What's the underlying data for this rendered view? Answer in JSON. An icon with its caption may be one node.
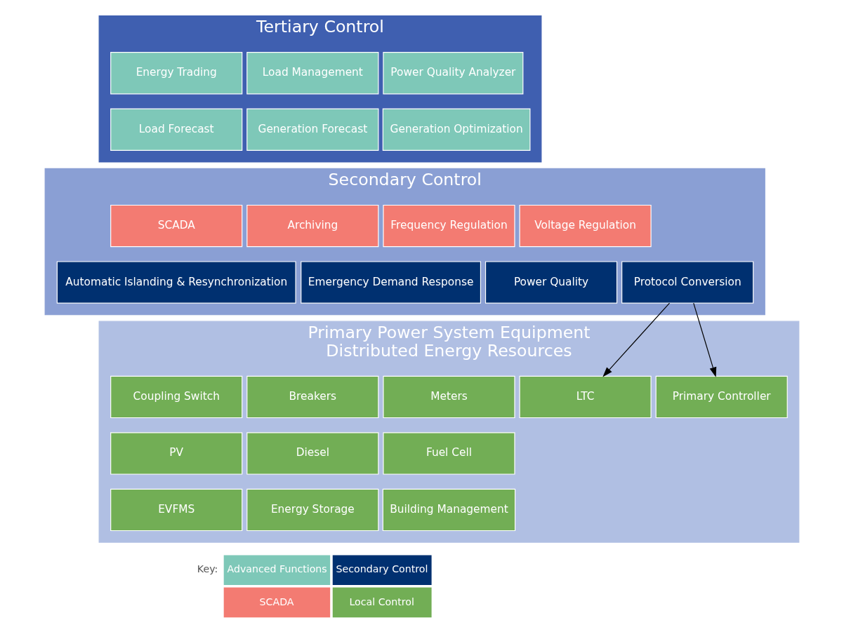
{
  "diagram": {
    "nodes": [
      {
        "text": [
          "Tertiary Control"
        ]
      },
      {
        "text": [
          "Energy Trading"
        ],
        "in": 0
      },
      {
        "text": [
          "Load Management"
        ],
        "in": 0
      },
      {
        "text": [
          "Power Quality Analyzer"
        ],
        "in": 0
      },
      {
        "text": [
          "Load Forecast"
        ],
        "in": 0
      },
      {
        "text": [
          "Generation Forecast"
        ],
        "in": 0
      },
      {
        "text": [
          "Generation Optimization"
        ],
        "in": 0
      },
      {
        "text": [
          "Secondary Control"
        ]
      },
      {
        "text": [
          "SCADA"
        ],
        "in": 7
      },
      {
        "text": [
          "Archiving"
        ],
        "in": 7
      },
      {
        "text": [
          "Frequency Regulation"
        ],
        "in": 7
      },
      {
        "text": [
          "Voltage Regulation"
        ],
        "in": 7
      },
      {
        "text": [
          "Automatic Islanding & Resynchronization"
        ],
        "in": 7
      },
      {
        "text": [
          "Emergency Demand Response"
        ],
        "in": 7
      },
      {
        "text": [
          "Power Quality"
        ],
        "in": 7
      },
      {
        "text": [
          "Protocol Conversion"
        ],
        "in": 7
      },
      {
        "text": [
          "Primary Power System Equipment",
          "Distributed Energy Resources"
        ]
      },
      {
        "text": [
          "Coupling Switch"
        ],
        "in": 16
      },
      {
        "text": [
          "Breakers"
        ],
        "in": 16
      },
      {
        "text": [
          "Meters"
        ],
        "in": 16
      },
      {
        "text": [
          "LTC"
        ],
        "in": 16
      },
      {
        "text": [
          "Primary Controller"
        ],
        "in": 16
      },
      {
        "text": [
          "PV"
        ],
        "in": 16
      },
      {
        "text": [
          "Diesel"
        ],
        "in": 16
      },
      {
        "text": [
          "Fuel Cell"
        ],
        "in": 16
      },
      {
        "text": [
          "EVFMS"
        ],
        "in": 16
      },
      {
        "text": [
          "Energy Storage"
        ],
        "in": 16
      },
      {
        "text": [
          "Building Management"
        ],
        "in": 16
      }
    ],
    "edges": [
      {
        "from": 15,
        "to": 20,
        "arrow": "to"
      },
      {
        "from": 15,
        "to": 21,
        "arrow": "to"
      }
    ],
    "labels": [
      "Key:"
    ],
    "legend": [
      {
        "text": "Advanced Functions",
        "color": "#7ec8b8"
      },
      {
        "text": "Secondary Control",
        "color": "#003070"
      },
      {
        "text": "SCADA",
        "color": "#f37b72"
      },
      {
        "text": "Local Control",
        "color": "#72ae55"
      }
    ]
  }
}
